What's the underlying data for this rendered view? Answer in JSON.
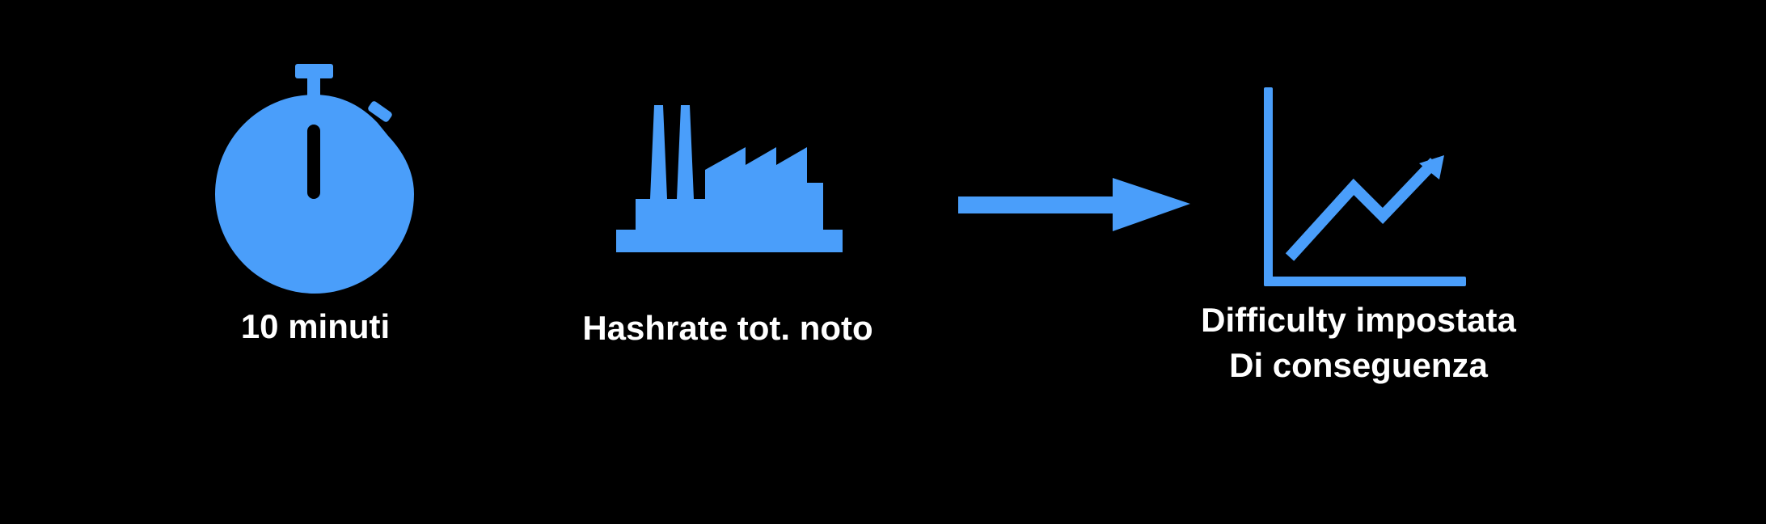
{
  "colors": {
    "background": "#000000",
    "icon_blue": "#4A9EFA",
    "text": "#FFFFFF"
  },
  "items": [
    {
      "icon": "stopwatch-icon",
      "label": "10 minuti"
    },
    {
      "icon": "factory-icon",
      "label": "Hashrate tot. noto"
    },
    {
      "icon": "arrow-right-icon"
    },
    {
      "icon": "line-chart-trend-up-icon",
      "label_line1": "Difficulty impostata",
      "label_line2": "Di conseguenza"
    }
  ]
}
